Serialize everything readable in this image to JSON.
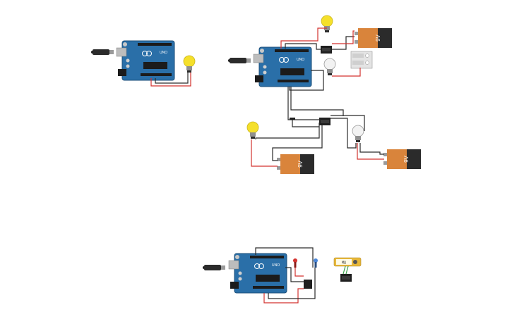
{
  "workspace": {
    "arduino_logo": "UNO",
    "battery_label": "9V",
    "relay_slots": [
      "",
      ""
    ],
    "multimeter_reading": "MΩ",
    "colors": {
      "board": "#2a6fa8",
      "board_dark": "#1c4f7a",
      "battery_body": "#2b2b2b",
      "battery_cap": "#d9843b",
      "bulb_on": "#f5e02b",
      "bulb_off": "#f2f2f2",
      "wire_red": "#d3322e",
      "wire_black": "#2a2a2a",
      "wire_green": "#3aa14a",
      "multimeter": "#e8b83a"
    }
  }
}
